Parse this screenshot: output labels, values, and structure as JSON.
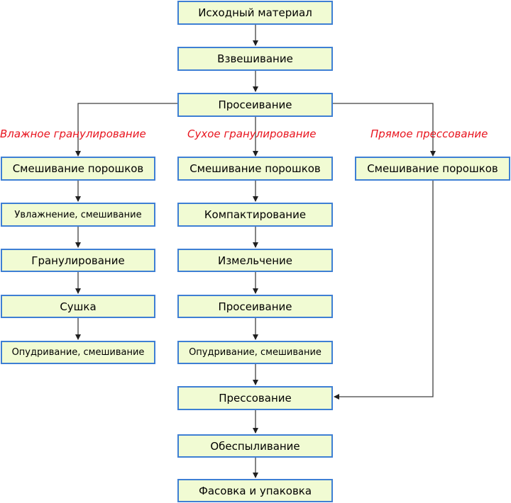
{
  "colors": {
    "box_fill": "#f1fbd3",
    "box_border": "#3e7fd4",
    "branch_label": "#e8141e",
    "line": "#404040"
  },
  "branches": {
    "wet": "Влажное гранулирование",
    "dry": "Сухое гранулирование",
    "direct": "Прямое прессование"
  },
  "steps": {
    "source": "Исходный материал",
    "weighing": "Взвешивание",
    "sieving": "Просеивание",
    "wet_mixing": "Смешивание порошков",
    "wet_moistening": "Увлажнение, смешивание",
    "wet_granulation": "Гранулирование",
    "wet_drying": "Сушка",
    "wet_dusting": "Опудривание, смешивание",
    "dry_mixing": "Смешивание порошков",
    "dry_compaction": "Компактирование",
    "dry_milling": "Измельчение",
    "dry_sieving": "Просеивание",
    "dry_dusting": "Опудривание, смешивание",
    "direct_mixing": "Смешивание порошков",
    "pressing": "Прессование",
    "dedusting": "Обеспыливание",
    "packing": "Фасовка и упаковка"
  }
}
